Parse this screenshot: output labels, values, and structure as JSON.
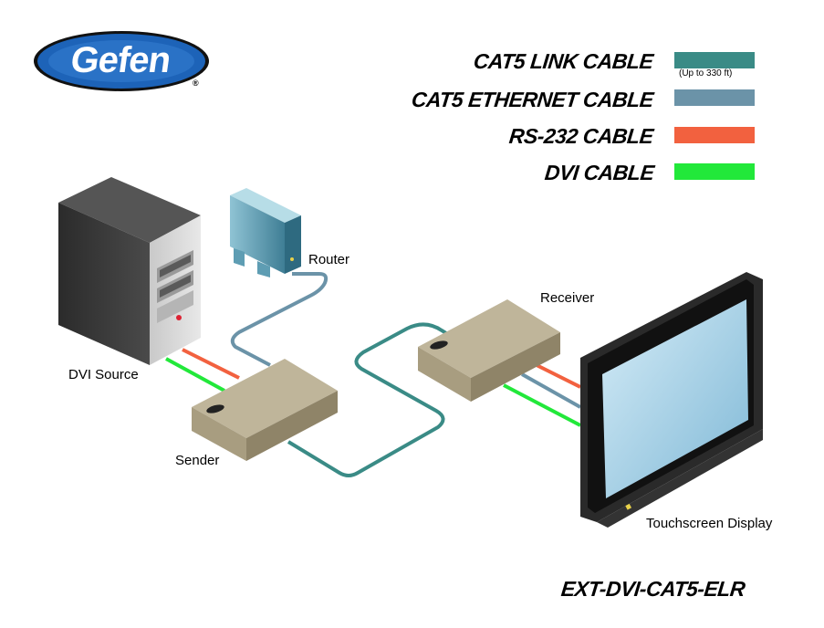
{
  "logo": {
    "text": "Gefen",
    "registered": "®"
  },
  "legend": [
    {
      "label": "CAT5 LINK CABLE",
      "color": "#3a8b86",
      "note": "(Up to 330 ft)"
    },
    {
      "label": "CAT5 ETHERNET CABLE",
      "color": "#6b93a8"
    },
    {
      "label": "RS-232 CABLE",
      "color": "#f2613f"
    },
    {
      "label": "DVI CABLE",
      "color": "#22e83a"
    }
  ],
  "devices": {
    "router": "Router",
    "receiver": "Receiver",
    "dvi_source": "DVI Source",
    "sender": "Sender",
    "display": "Touchscreen Display"
  },
  "model": "EXT-DVI-CAT5-ELR"
}
